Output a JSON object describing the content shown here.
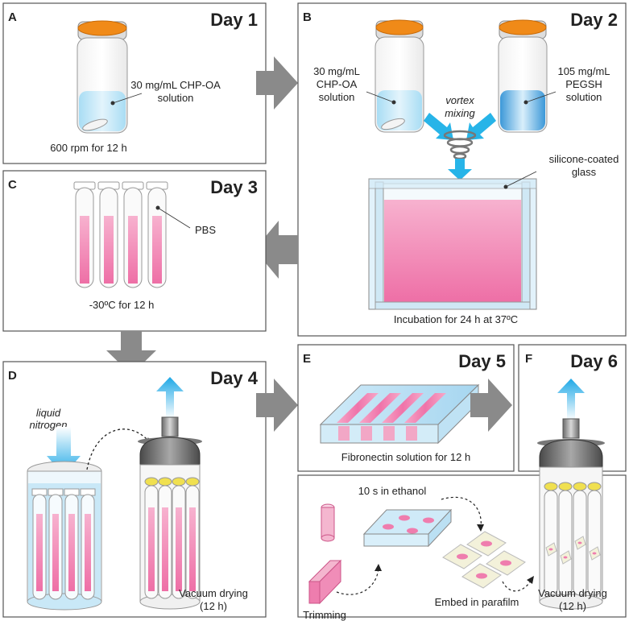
{
  "panels": {
    "A": {
      "letter": "A",
      "day": "Day 1",
      "solution_line1": "30 mg/mL CHP-OA",
      "solution_line2": "solution",
      "caption": "600 rpm for 12 h"
    },
    "B": {
      "letter": "B",
      "day": "Day 2",
      "left_line1": "30 mg/mL",
      "left_line2": "CHP-OA",
      "left_line3": "solution",
      "right_line1": "105 mg/mL",
      "right_line2": "PEGSH",
      "right_line3": "solution",
      "mixing_line1": "vortex",
      "mixing_line2": "mixing",
      "glass_line1": "silicone-coated",
      "glass_line2": "glass",
      "caption": "Incubation for 24 h at 37ºC"
    },
    "C": {
      "letter": "C",
      "day": "Day 3",
      "tube_label": "PBS",
      "caption": "-30ºC for 12 h"
    },
    "D": {
      "letter": "D",
      "day": "Day 4",
      "nitrogen_line1": "liquid",
      "nitrogen_line2": "nitrogen",
      "caption_line1": "Vacuum drying",
      "caption_line2": "(12 h)"
    },
    "E": {
      "letter": "E",
      "day": "Day 5",
      "caption": "Fibronectin solution for 12 h",
      "ethanol": "10 s in ethanol",
      "trimming": "Trimming",
      "embed": "Embed in parafilm"
    },
    "F": {
      "letter": "F",
      "day": "Day 6",
      "caption_line1": "Vacuum drying",
      "caption_line2": "(12 h)"
    }
  },
  "colors": {
    "cap": "#F08A18",
    "liquid_blue": "#B8E2F6",
    "pegsh_blue": "#5AAEE0",
    "gel_pink": "#F07AAE",
    "arrow_gray": "#8A8A8A",
    "arrow_cyan": "#27B4E8",
    "lid_gray": "#5F5F5F",
    "tube_cap_yellow": "#F0E050"
  }
}
